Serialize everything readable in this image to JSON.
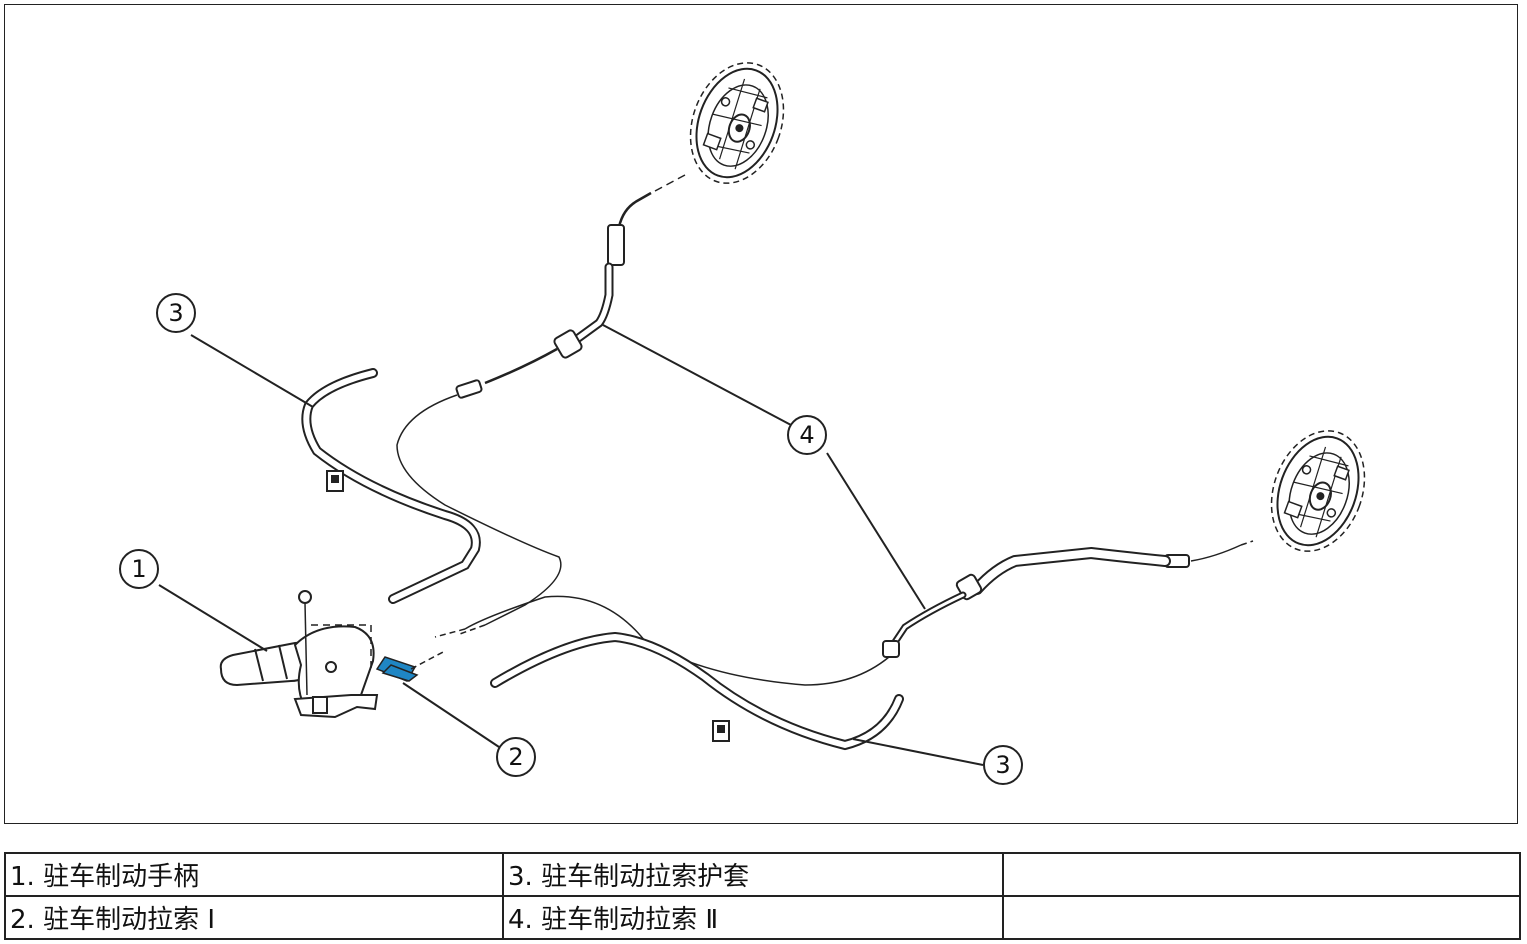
{
  "callouts": {
    "c1": "1",
    "c2": "2",
    "c3a": "3",
    "c3b": "3",
    "c4": "4"
  },
  "legend": {
    "rows": [
      [
        "1. 驻车制动手柄",
        "3. 驻车制动拉索护套",
        ""
      ],
      [
        "2. 驻车制动拉索 Ⅰ",
        "4. 驻车制动拉索 Ⅱ",
        ""
      ]
    ]
  },
  "colors": {
    "line": "#222222",
    "highlight": "#1f86c4",
    "background": "#ffffff"
  }
}
